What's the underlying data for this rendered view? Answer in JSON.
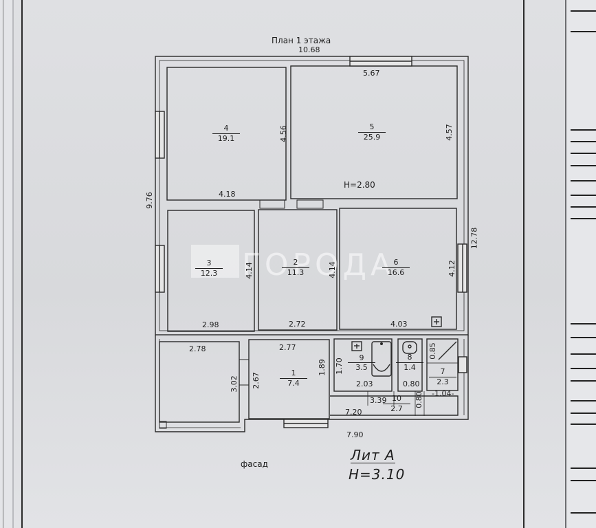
{
  "plan": {
    "title": "План 1 этажа",
    "facade_label": "фасад",
    "lit_label": "Лит А",
    "height_label": "H=3.10",
    "ceiling_height": "H=2.80",
    "watermark": "ГОРОДА",
    "overall": {
      "top_width": "10.68",
      "bottom_width": "7.90",
      "left_height": "9.76",
      "right_height": "12.78"
    },
    "rooms": [
      {
        "num": "4",
        "area": "19.1",
        "w": "4.18",
        "h": "4.56"
      },
      {
        "num": "5",
        "area": "25.9",
        "w": "5.67",
        "h": "4.57"
      },
      {
        "num": "3",
        "area": "12.3",
        "w": "2.98",
        "h": "4.14"
      },
      {
        "num": "2",
        "area": "11.3",
        "w": "2.72",
        "h": "4.14"
      },
      {
        "num": "6",
        "area": "16.6",
        "w": "4.03",
        "h": "4.12"
      },
      {
        "num": "1",
        "area": "7.4",
        "w": "2.77",
        "h": "1.89"
      },
      {
        "num": "9",
        "area": "3.5",
        "w": "2.03",
        "h": "1.70"
      },
      {
        "num": "8",
        "area": "1.4",
        "w": "0.80",
        "h": "0.80"
      },
      {
        "num": "7",
        "area": "2.3",
        "w": "1.04",
        "h": "0.85"
      },
      {
        "num": "10",
        "area": "2.7",
        "w": "3.39",
        "h": ""
      }
    ],
    "porch": {
      "w": "2.78",
      "h1": "3.02",
      "h2": "2.67"
    },
    "dim_720": "7.20",
    "dim_104": "-1.04-"
  }
}
